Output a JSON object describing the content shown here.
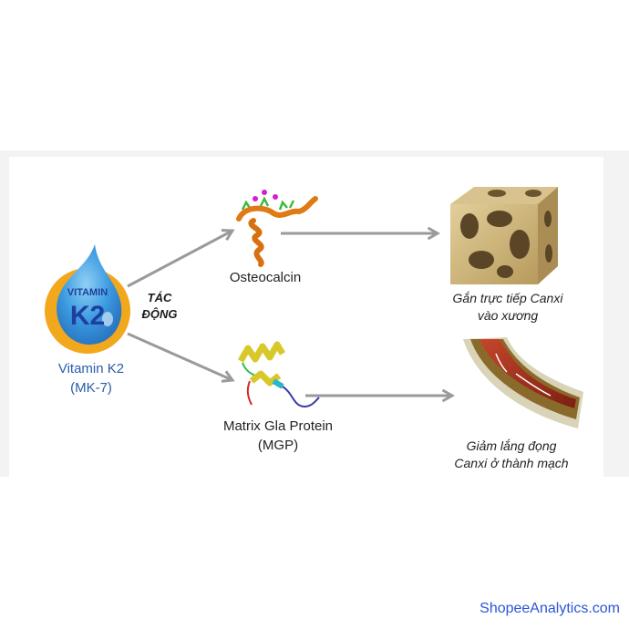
{
  "diagram": {
    "source": {
      "badge_small": "VITAMIN",
      "badge_big": "K2",
      "name_line1": "Vitamin K2",
      "name_line2": "(MK-7)"
    },
    "action": {
      "line1": "TÁC",
      "line2": "ĐỘNG"
    },
    "proteins": [
      {
        "name_line1": "Osteocalcin",
        "name_line2": ""
      },
      {
        "name_line1": "Matrix Gla Protein",
        "name_line2": "(MGP)"
      }
    ],
    "effects": [
      {
        "line1": "Gắn trực tiếp Canxi",
        "line2": "vào xương"
      },
      {
        "line1": "Giảm lắng đọng",
        "line2": "Canxi ở thành mạch"
      }
    ],
    "colors": {
      "drop_blue": "#3c9be0",
      "ring_orange": "#f2a81d",
      "k2_text": "#1f3f9e",
      "arrow_gray": "#9a9a9a",
      "bone_tan": "#c9b27a",
      "vessel_red": "#a8321e"
    }
  },
  "watermark": "ShopeeAnalytics.com"
}
